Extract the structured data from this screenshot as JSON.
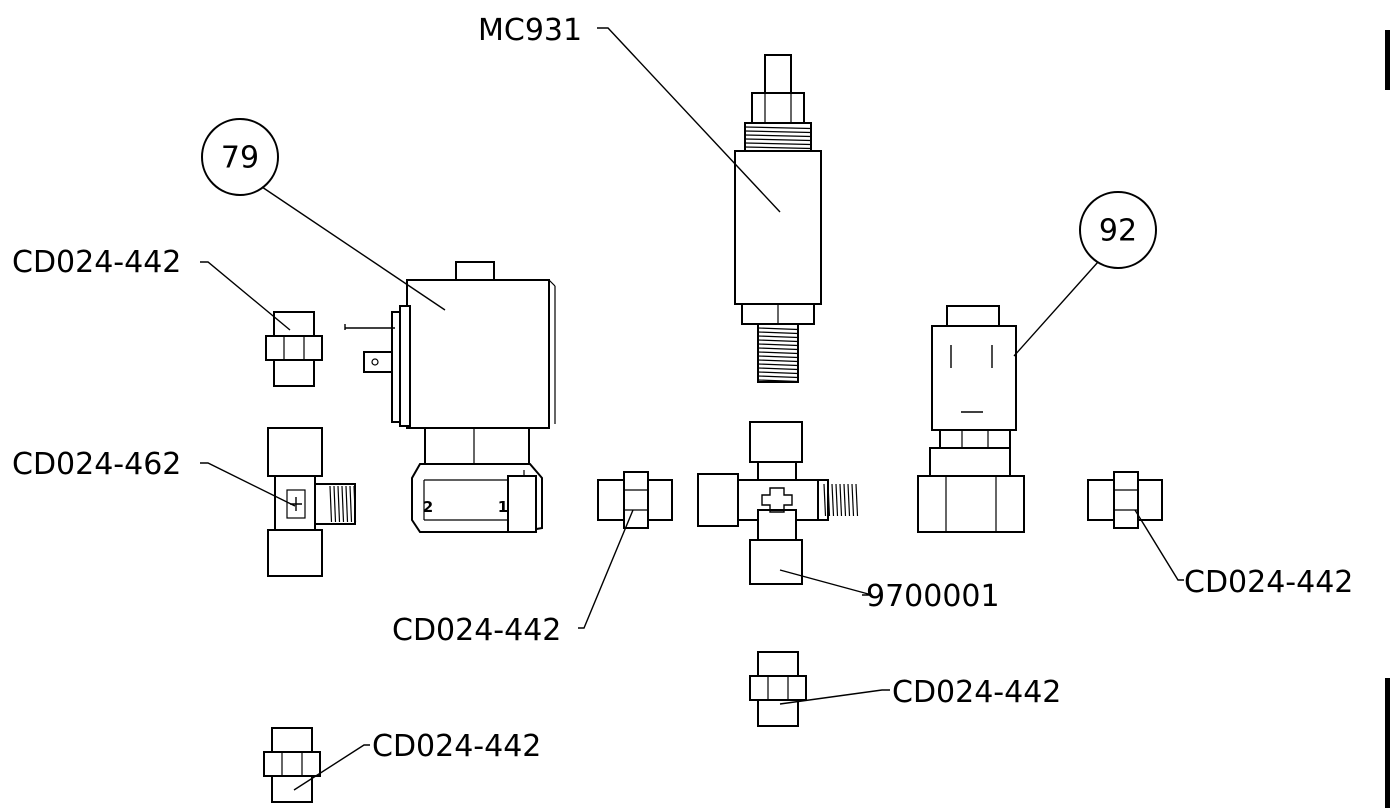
{
  "labels": {
    "mc931": "MC931",
    "balloon_79": "79",
    "balloon_92": "92",
    "cd442_top_left": "CD024-442",
    "cd462": "CD024-462",
    "cd442_middle": "CD024-442",
    "part_9700001": "9700001",
    "cd442_right": "CD024-442",
    "cd442_bottom_center": "CD024-442",
    "cd442_bottom_left": "CD024-442"
  },
  "port_marks": {
    "port_2": "2",
    "port_1": "1"
  }
}
